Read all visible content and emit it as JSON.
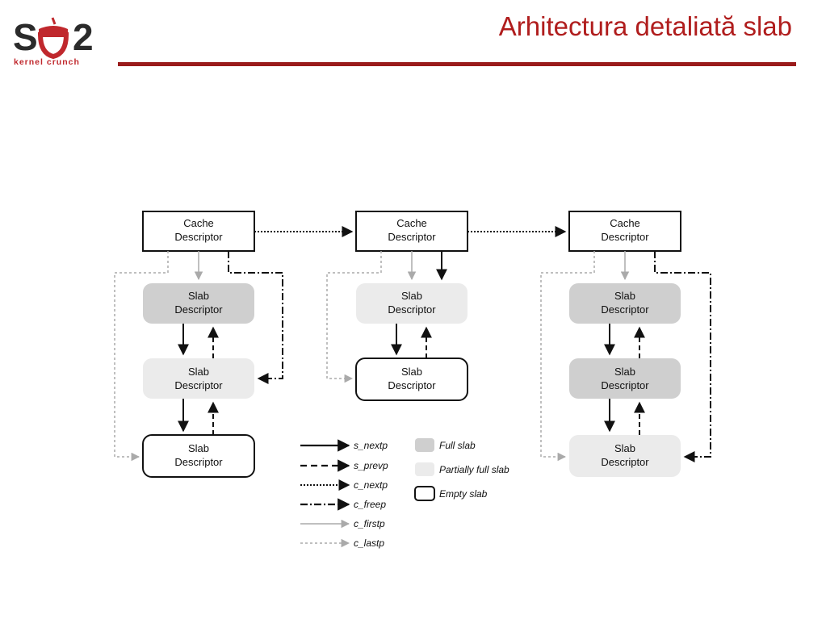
{
  "slide": {
    "title": "Arhitectura detaliată slab",
    "logo": {
      "brand": "so2",
      "tagline": "kernel crunch"
    }
  },
  "diagram": {
    "nodes": {
      "cache_a": [
        "Cache",
        "Descriptor"
      ],
      "cache_b": [
        "Cache",
        "Descriptor"
      ],
      "cache_c": [
        "Cache",
        "Descriptor"
      ],
      "slab_a1": [
        "Slab",
        "Descriptor"
      ],
      "slab_a2": [
        "Slab",
        "Descriptor"
      ],
      "slab_a3": [
        "Slab",
        "Descriptor"
      ],
      "slab_b1": [
        "Slab",
        "Descriptor"
      ],
      "slab_b2": [
        "Slab",
        "Descriptor"
      ],
      "slab_c1": [
        "Slab",
        "Descriptor"
      ],
      "slab_c2": [
        "Slab",
        "Descriptor"
      ],
      "slab_c3": [
        "Slab",
        "Descriptor"
      ]
    },
    "slab_kinds": {
      "slab_a1": "full",
      "slab_a2": "partial",
      "slab_a3": "empty",
      "slab_b1": "partial",
      "slab_b2": "empty",
      "slab_c1": "full",
      "slab_c2": "full",
      "slab_c3": "partial"
    },
    "legend_arrows": [
      "s_nextp",
      "s_prevp",
      "c_nextp",
      "c_freep",
      "c_firstp",
      "c_lastp"
    ],
    "legend_kinds": [
      "Full slab",
      "Partially full slab",
      "Empty slab"
    ],
    "colors": {
      "full": "#cfcfcf",
      "partial": "#ebebeb",
      "empty": "#ffffff",
      "title": "#b01d1d",
      "rule": "#9a1b1b",
      "brand": "#2b2b2b",
      "brand_red": "#c0282d"
    }
  }
}
